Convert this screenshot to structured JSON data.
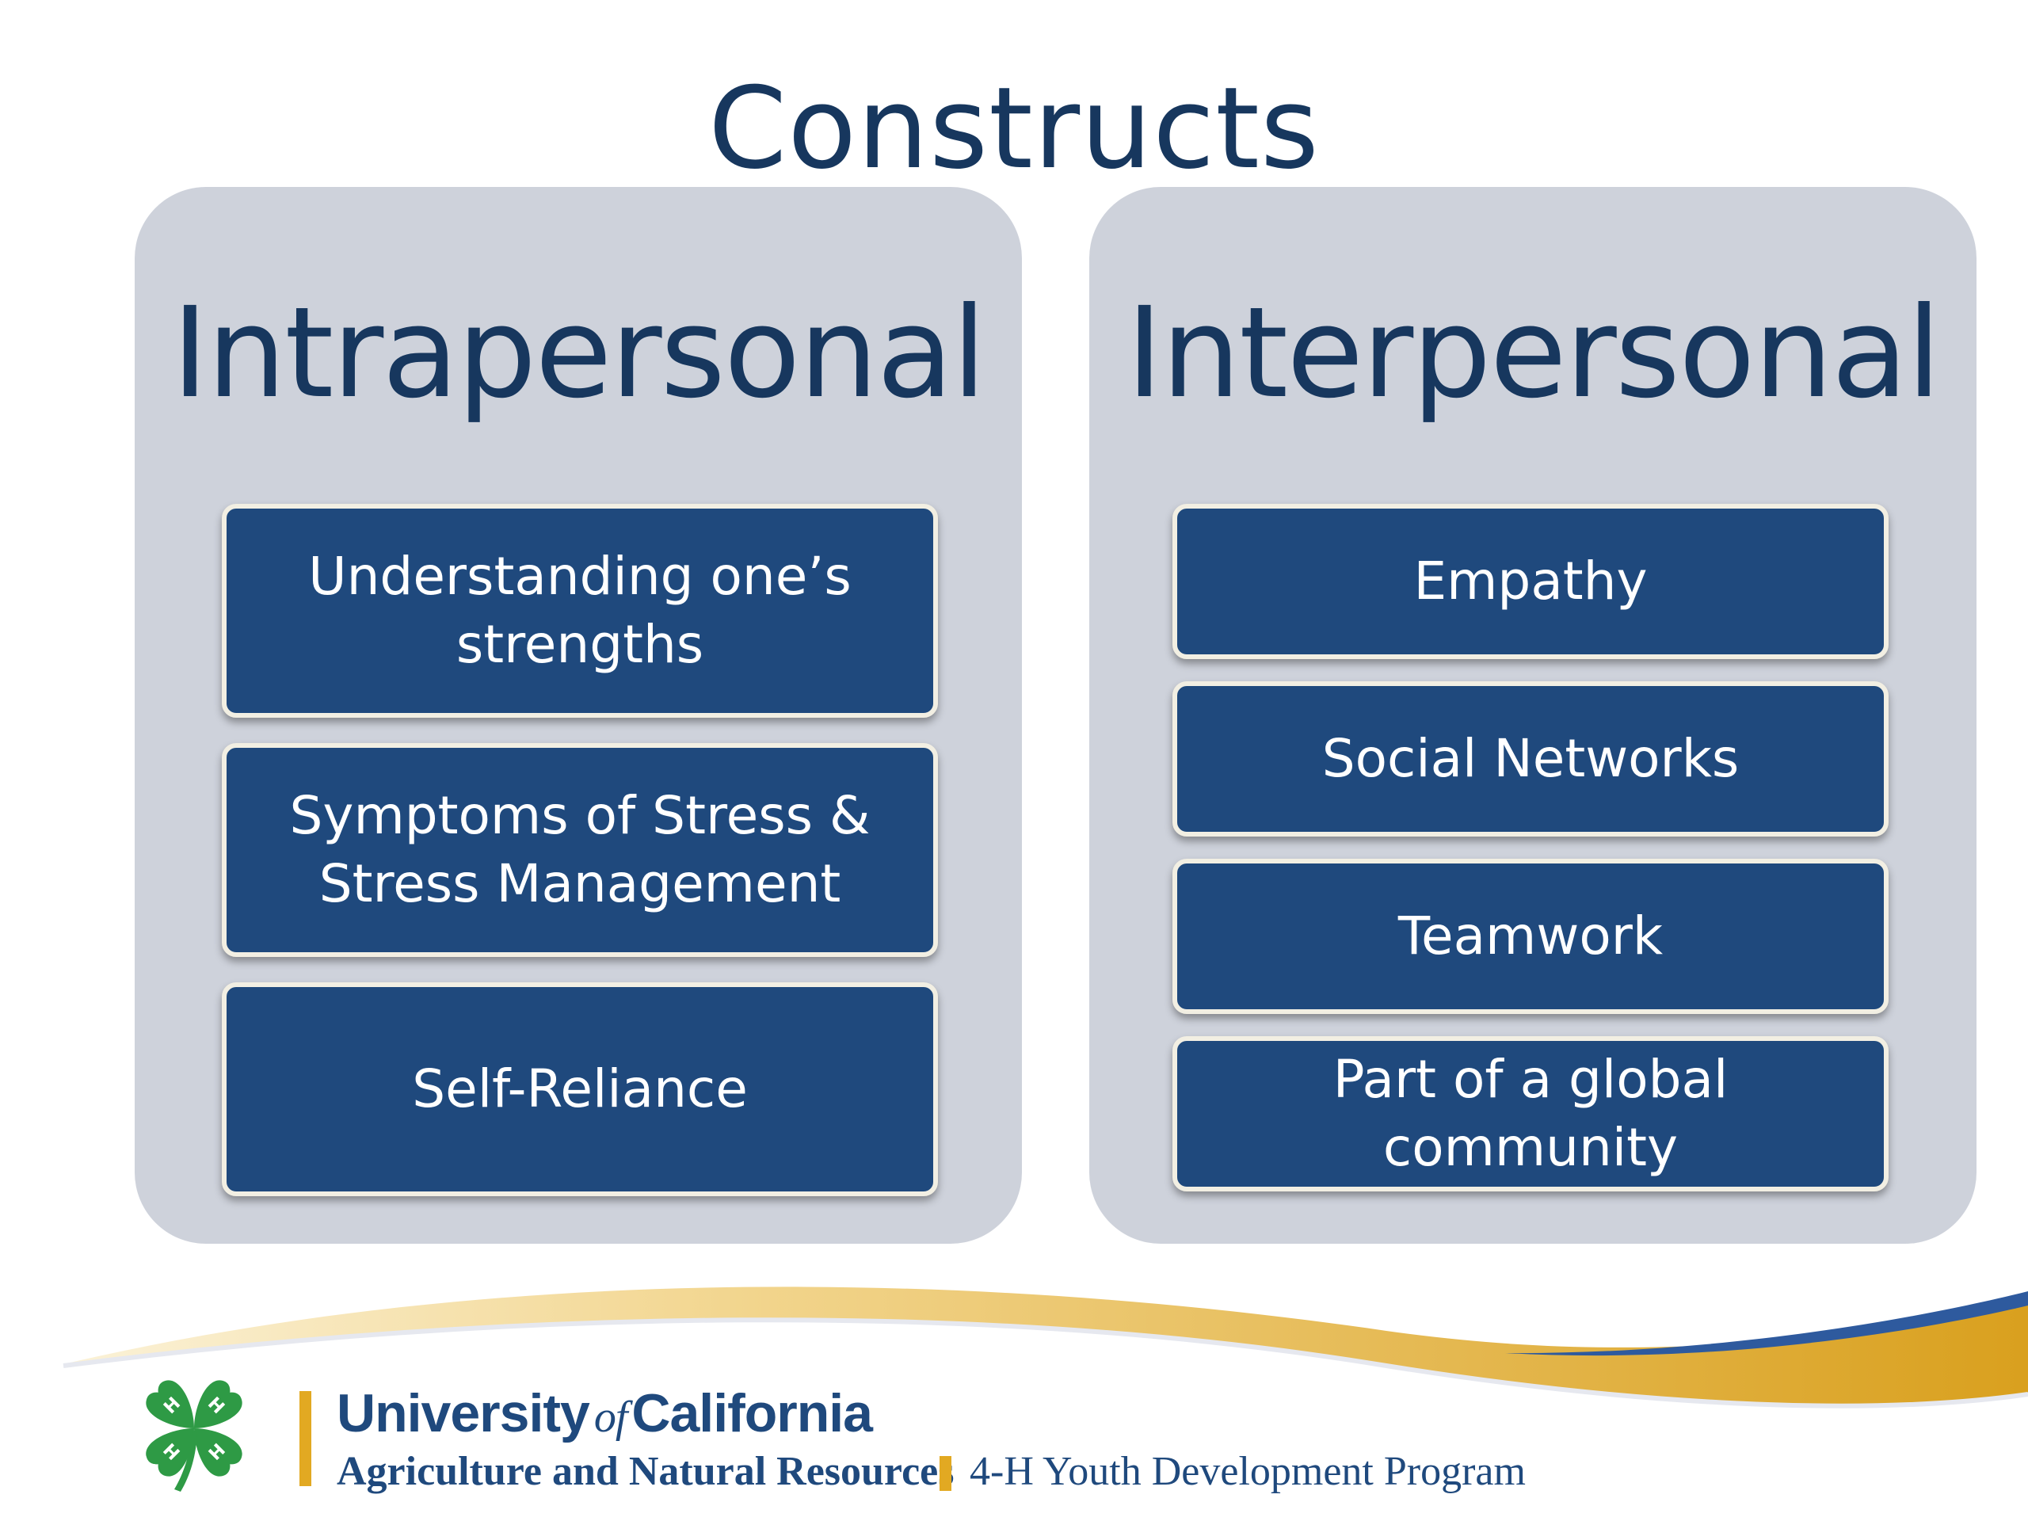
{
  "slide": {
    "title": "Constructs"
  },
  "panels": {
    "left": {
      "heading": "Intrapersonal",
      "items": [
        "Understanding one’s strengths",
        "Symptoms of Stress & Stress Management",
        "Self-Reliance"
      ]
    },
    "right": {
      "heading": "Interpersonal",
      "items": [
        "Empathy",
        "Social Networks",
        "Teamwork",
        "Part of a global community"
      ]
    }
  },
  "footer": {
    "university_prefix": "University",
    "university_of": "of",
    "university_suffix": "California",
    "division": "Agriculture and Natural Resources",
    "program": "4-H Youth Development Program",
    "logo_icon": "four-h-clover-icon"
  },
  "colors": {
    "title_navy": "#17375e",
    "panel_gray": "#ced2db",
    "box_blue": "#1f497d",
    "accent_gold": "#e2a922"
  }
}
